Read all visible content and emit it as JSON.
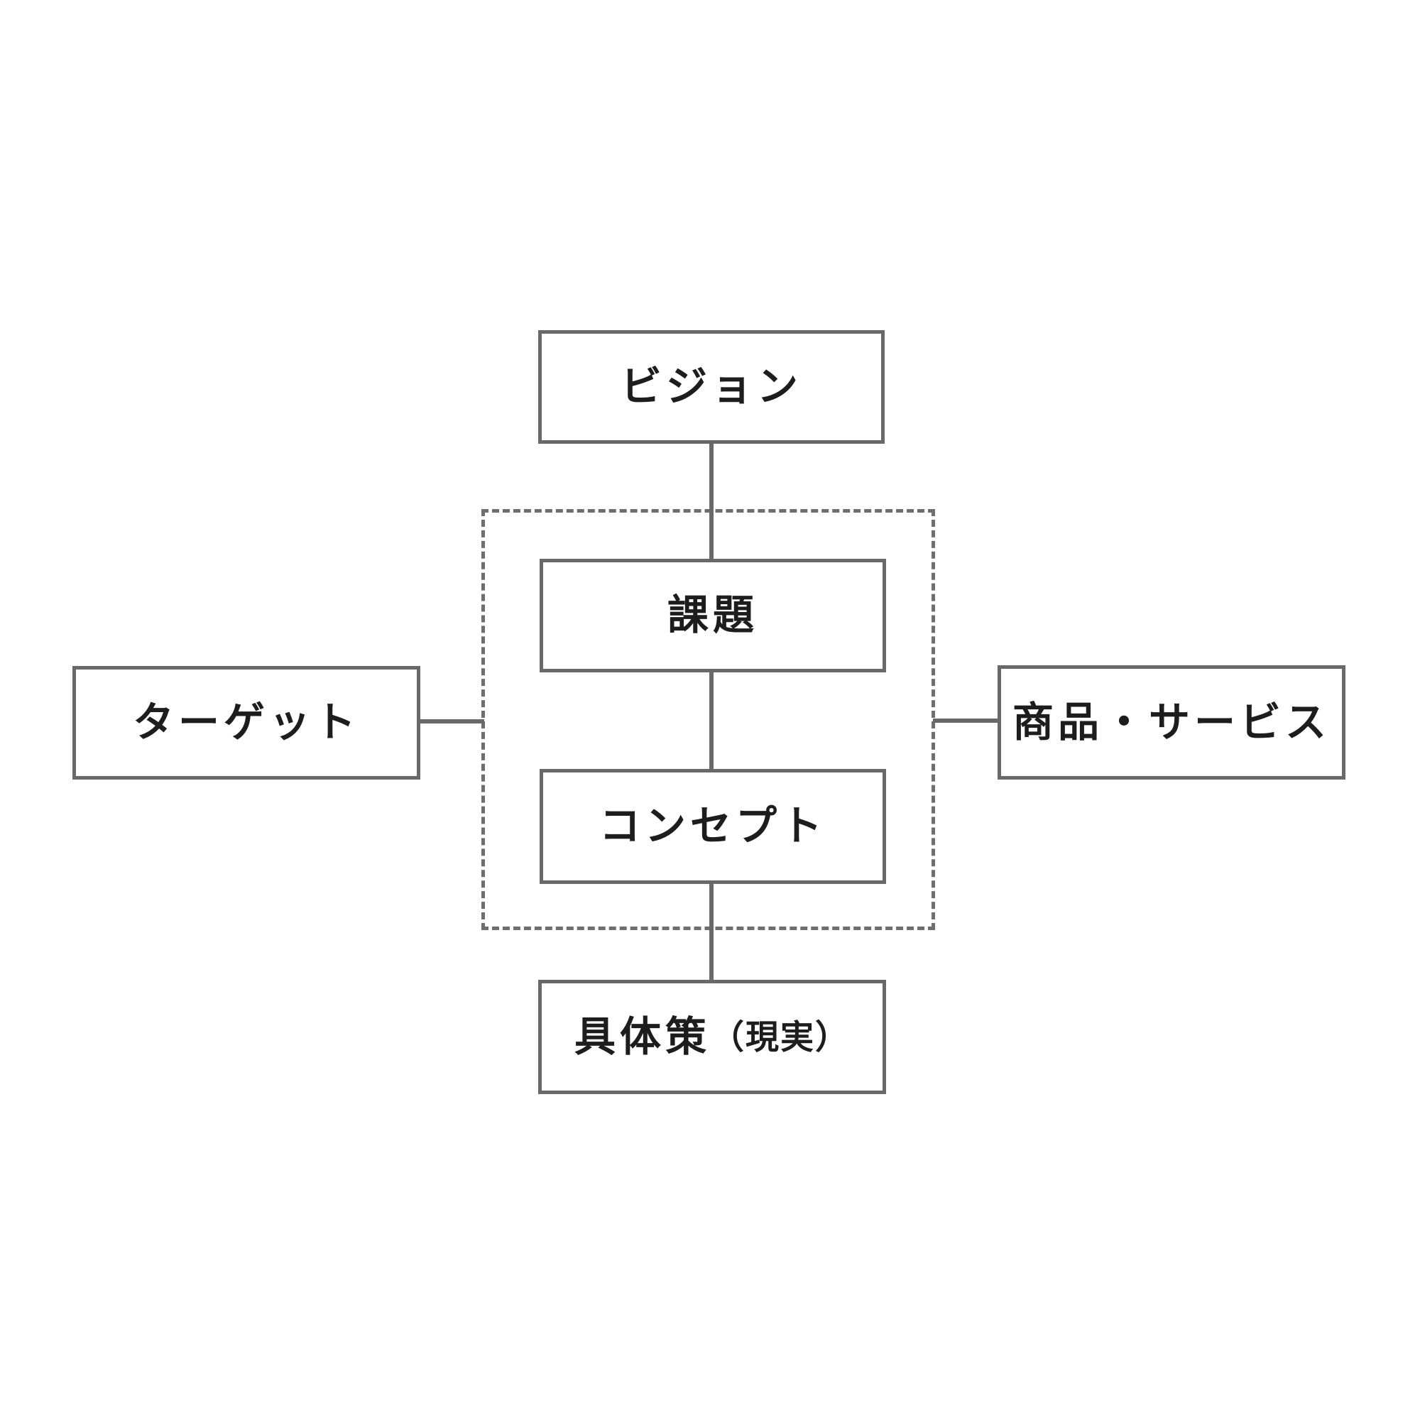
{
  "diagram": {
    "title": "concept-planning-flow-diagram",
    "nodes": {
      "vision": {
        "label": "ビジョン"
      },
      "issue": {
        "label": "課題"
      },
      "concept": {
        "label": "コンセプト"
      },
      "action": {
        "label_main": "具体策",
        "label_sub": "（現実）"
      },
      "target": {
        "label": "ターゲット"
      },
      "product": {
        "label": "商品・サービス"
      }
    },
    "edges": [
      {
        "from": "vision",
        "to": "issue",
        "style": "solid-vertical"
      },
      {
        "from": "issue",
        "to": "concept",
        "style": "solid-vertical"
      },
      {
        "from": "concept",
        "to": "action",
        "style": "solid-vertical"
      },
      {
        "from": "target",
        "to": "dashed-frame",
        "style": "solid-horizontal"
      },
      {
        "from": "dashed-frame",
        "to": "product",
        "style": "solid-horizontal"
      }
    ],
    "frame": {
      "contains": [
        "issue",
        "concept"
      ],
      "style": "dashed"
    },
    "colors": {
      "line": "#696969",
      "text": "#1d1d1d",
      "background": "#ffffff"
    }
  }
}
